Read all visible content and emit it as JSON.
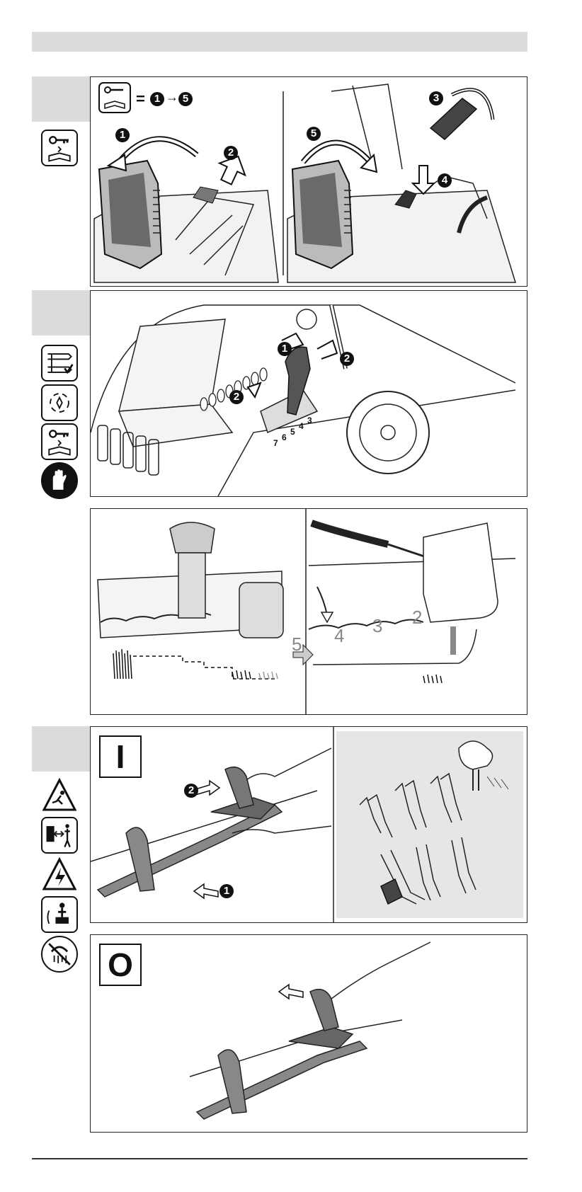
{
  "panel1": {
    "legend_equals": "=",
    "legend_from": "1",
    "legend_arrow": "→",
    "legend_to": "5",
    "steps": [
      "1",
      "2",
      "3",
      "4",
      "5"
    ]
  },
  "panel2": {
    "steps": [
      "1",
      "2",
      "2"
    ],
    "lever_scale": [
      "7",
      "6",
      "5",
      "4",
      "3"
    ]
  },
  "panel3": {
    "scale": [
      "5",
      "4",
      "3",
      "2"
    ]
  },
  "panel4": {
    "mode_label": "I",
    "steps": [
      "2",
      "1"
    ]
  },
  "panel5": {
    "mode_label": "O"
  },
  "colors": {
    "tab_gray": "#dcdcdc",
    "panel_bg_gray": "#e6e6e6",
    "line_dark": "#222222",
    "scale_gray": "#888888"
  }
}
